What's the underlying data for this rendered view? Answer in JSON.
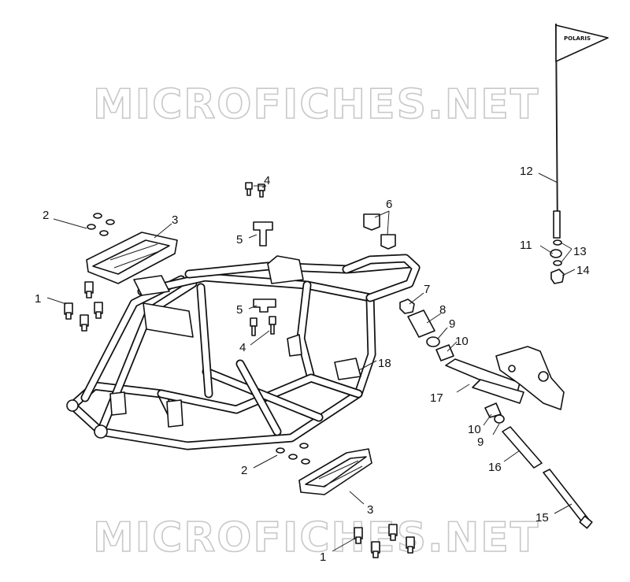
{
  "watermark": {
    "text": "MICROFICHES.NET"
  },
  "flag": {
    "brand": "POLARIS"
  },
  "callouts": [
    {
      "id": "c1a",
      "label": "1"
    },
    {
      "id": "c1b",
      "label": "1"
    },
    {
      "id": "c2a",
      "label": "2"
    },
    {
      "id": "c2b",
      "label": "2"
    },
    {
      "id": "c3a",
      "label": "3"
    },
    {
      "id": "c3b",
      "label": "3"
    },
    {
      "id": "c4a",
      "label": "4"
    },
    {
      "id": "c4b",
      "label": "4"
    },
    {
      "id": "c5a",
      "label": "5"
    },
    {
      "id": "c5b",
      "label": "5"
    },
    {
      "id": "c6",
      "label": "6"
    },
    {
      "id": "c7",
      "label": "7"
    },
    {
      "id": "c8",
      "label": "8"
    },
    {
      "id": "c9a",
      "label": "9"
    },
    {
      "id": "c9b",
      "label": "9"
    },
    {
      "id": "c10a",
      "label": "10"
    },
    {
      "id": "c10b",
      "label": "10"
    },
    {
      "id": "c11",
      "label": "11"
    },
    {
      "id": "c12",
      "label": "12"
    },
    {
      "id": "c13",
      "label": "13"
    },
    {
      "id": "c14",
      "label": "14"
    },
    {
      "id": "c15",
      "label": "15"
    },
    {
      "id": "c16",
      "label": "16"
    },
    {
      "id": "c17",
      "label": "17"
    },
    {
      "id": "c18",
      "label": "18"
    }
  ]
}
